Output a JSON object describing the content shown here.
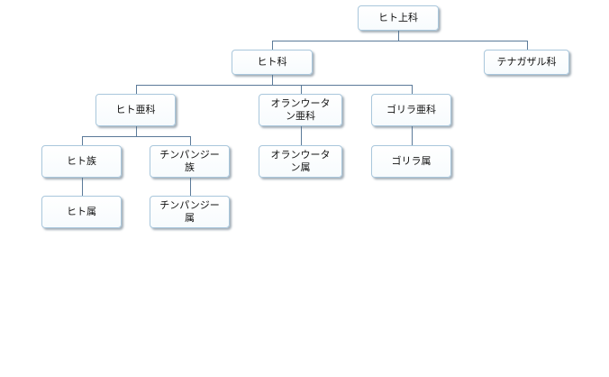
{
  "diagram": {
    "line_color": "#5b7a99",
    "node_border_color": "#a9c7dc",
    "nodes": {
      "hominoidea": "ヒト上科",
      "hominidae": "ヒト科",
      "hylobatidae": "テナガザル科",
      "homininae": "ヒト亜科",
      "ponginae": "オランウータ\nン亜科",
      "gorillinae": "ゴリラ亜科",
      "hominini": "ヒト族",
      "panini": "チンパンジー\n族",
      "pongo": "オランウータ\nン属",
      "gorilla": "ゴリラ属",
      "homo": "ヒト属",
      "pan": "チンパンジー\n属"
    },
    "edges": [
      [
        "hominoidea",
        "hominidae"
      ],
      [
        "hominoidea",
        "hylobatidae"
      ],
      [
        "hominidae",
        "homininae"
      ],
      [
        "hominidae",
        "ponginae"
      ],
      [
        "hominidae",
        "gorillinae"
      ],
      [
        "homininae",
        "hominini"
      ],
      [
        "homininae",
        "panini"
      ],
      [
        "ponginae",
        "pongo"
      ],
      [
        "gorillinae",
        "gorilla"
      ],
      [
        "hominini",
        "homo"
      ],
      [
        "panini",
        "pan"
      ]
    ]
  }
}
